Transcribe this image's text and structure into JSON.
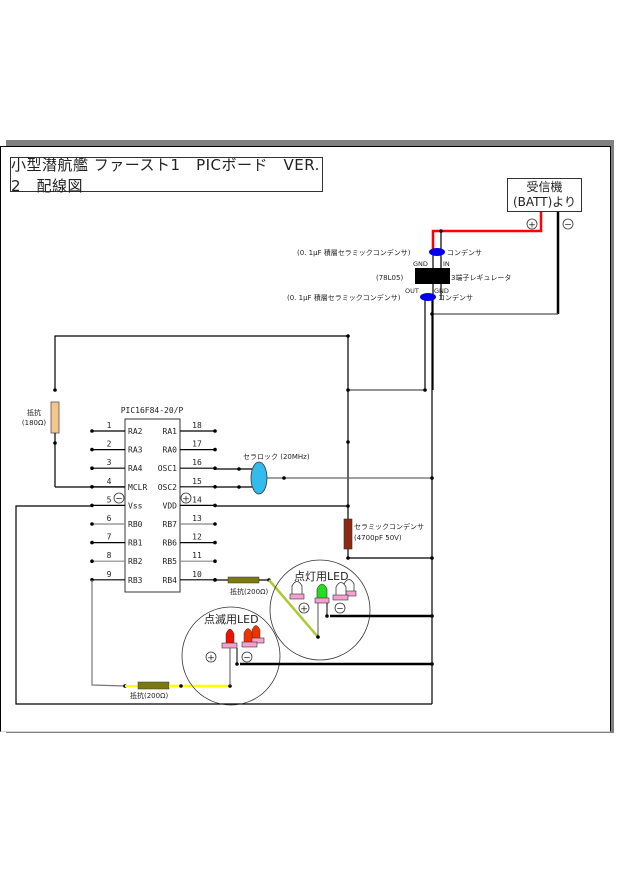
{
  "title": "小型潜航艦 ファースト1　PICボード　VER. 2　配線図",
  "receiver": {
    "line1": "受信機",
    "line2": "(BATT)より",
    "plus": "+",
    "minus": "−"
  },
  "regulator": {
    "cap_top_label": "(0. 1μF  積層セラミックコンデンサ)",
    "cap_top_suffix": "コンデンサ",
    "gnd_top": "GND",
    "in": "IN",
    "part": "(78L05)",
    "name": "3端子レギュレータ",
    "out": "OUT",
    "gnd_bottom": "GND",
    "cap_bottom_label": "(0. 1μF  積層セラミックコンデンサ)",
    "cap_bottom_suffix": "コンデンサ"
  },
  "resistor_mclr": {
    "line1": "抵抗",
    "line2": "(180Ω)"
  },
  "pic": {
    "name": "PIC16F84-20/P",
    "left_pins": [
      {
        "num": "1",
        "name": "RA2"
      },
      {
        "num": "2",
        "name": "RA3"
      },
      {
        "num": "3",
        "name": "RA4"
      },
      {
        "num": "4",
        "name": "MCLR"
      },
      {
        "num": "5",
        "name": "Vss"
      },
      {
        "num": "6",
        "name": "RB0"
      },
      {
        "num": "7",
        "name": "RB1"
      },
      {
        "num": "8",
        "name": "RB2"
      },
      {
        "num": "9",
        "name": "RB3"
      }
    ],
    "right_pins": [
      {
        "num": "18",
        "name": "RA1"
      },
      {
        "num": "17",
        "name": "RA0"
      },
      {
        "num": "16",
        "name": "OSC1"
      },
      {
        "num": "15",
        "name": "OSC2"
      },
      {
        "num": "14",
        "name": "VDD"
      },
      {
        "num": "13",
        "name": "RB7"
      },
      {
        "num": "12",
        "name": "RB6"
      },
      {
        "num": "11",
        "name": "RB5"
      },
      {
        "num": "10",
        "name": "RB4"
      }
    ],
    "vss_sign": "−",
    "vdd_sign": "+"
  },
  "ceralock": {
    "label": "セラロック (20MHz)"
  },
  "ceramic_cap": {
    "line1": "セラミックコンデンサ",
    "line2": "(4700pF  50V)"
  },
  "resistor_rb4": {
    "label": "抵抗(200Ω)"
  },
  "resistor_rb3": {
    "label": "抵抗(200Ω)"
  },
  "led_steady": {
    "label": "点灯用LED",
    "plus": "+",
    "minus": "−"
  },
  "led_blink": {
    "label": "点滅用LED",
    "plus": "+",
    "minus": "−"
  },
  "colors": {
    "power_positive": "#ff0000",
    "capacitor_blue": "#0000ee",
    "ceralock": "#33bbee",
    "resistor_mclr": "#f5c58a",
    "ceramic_cap": "#8b2a10",
    "resistor_200": "#7a7a10",
    "wire_yellow": "#ffff00",
    "wire_olive": "#aacc33",
    "led_green": "#22dd22",
    "led_red": "#ee2200",
    "led_base": "#f4a0d0"
  }
}
